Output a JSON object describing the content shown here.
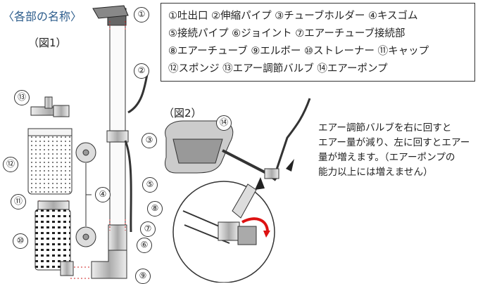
{
  "title": "〈各部の名称〉",
  "fig1_label": "（図1）",
  "fig2_label": "（図2）",
  "legend_lines": [
    "①吐出口 ②伸縮パイプ ③チューブホルダー ④キスゴム",
    "⑤接続パイプ ⑥ジョイント ⑦エアーチューブ接続部",
    "⑧エアーチューブ ⑨エルボー ⑩ストレーナー ⑪キャップ",
    "⑫スポンジ ⑬エアー調節バルブ ⑭エアーポンプ"
  ],
  "note_lines": [
    "エアー調節バルブを右に回すと",
    "エアー量が減り、左に回すとエアー",
    "量が増えます。（エアーポンプの",
    "能力以上には増えません）"
  ],
  "callouts": [
    "①",
    "②",
    "③",
    "④",
    "⑤",
    "⑥",
    "⑦",
    "⑧",
    "⑨",
    "⑩",
    "⑪",
    "⑫",
    "⑬",
    "⑭"
  ]
}
